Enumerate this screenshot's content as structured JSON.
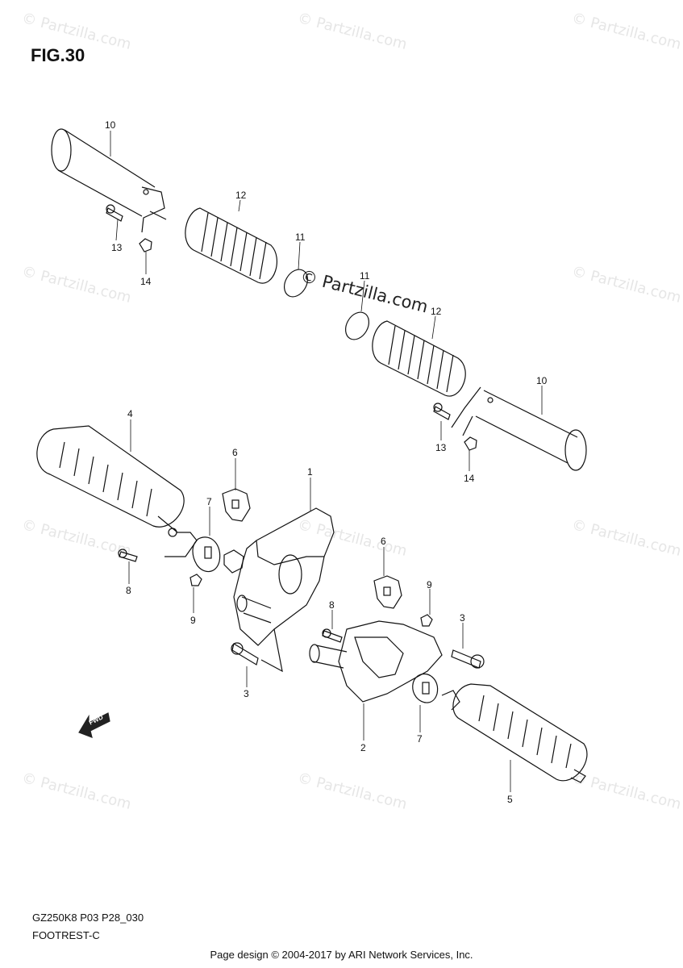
{
  "figure": {
    "title": "FIG.30"
  },
  "watermark": {
    "text": "© Partzilla.com",
    "center_text": "© Partzilla.com"
  },
  "callouts": {
    "c10a": "10",
    "c12a": "12",
    "c11a": "11",
    "c13a": "13",
    "c14a": "14",
    "c11b": "11",
    "c12b": "12",
    "c10b": "10",
    "c13b": "13",
    "c14b": "14",
    "c4": "4",
    "c6a": "6",
    "c1": "1",
    "c7a": "7",
    "c8a": "8",
    "c9a": "9",
    "c6b": "6",
    "c9b": "9",
    "c8b": "8",
    "c3a": "3",
    "c3b": "3",
    "c7b": "7",
    "c2": "2",
    "c5": "5"
  },
  "fwd_label": "FWD",
  "model_code": "GZ250K8 P03 P28_030",
  "section_name": "FOOTREST-C",
  "footer": "Page design © 2004-2017 by ARI Network Services, Inc."
}
